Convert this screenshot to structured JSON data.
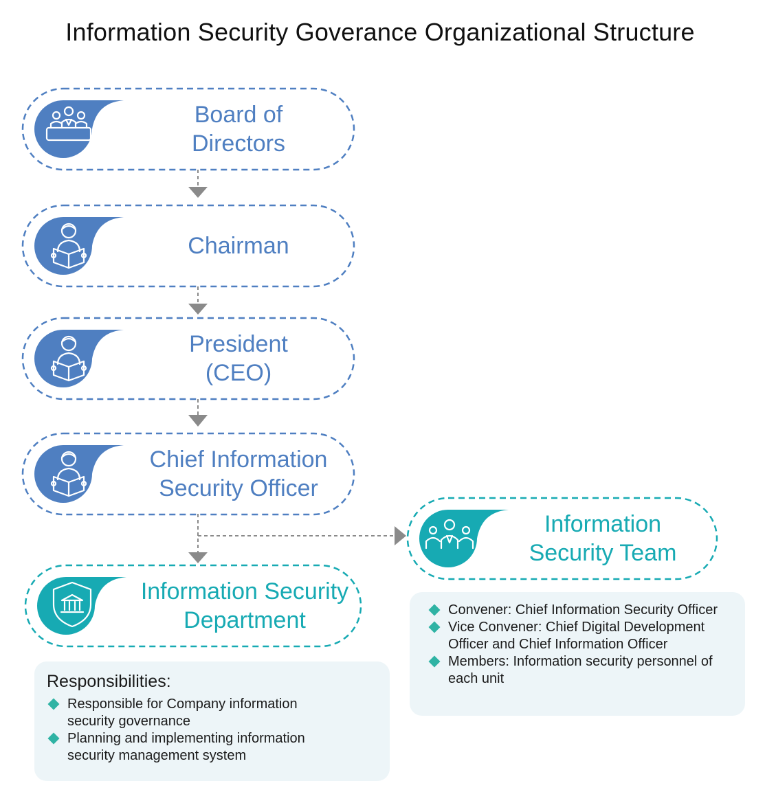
{
  "title": "Information Security Goverance Organizational Structure",
  "colors": {
    "blue": "#4f7fc1",
    "teal": "#17aab3",
    "arrow": "#8a8a8a",
    "bullet": "#2fb3a4",
    "panel": "#edf5f8"
  },
  "nodes": [
    {
      "id": "board",
      "label": "Board of\nDirectors",
      "icon": "board-meeting-icon"
    },
    {
      "id": "chairman",
      "label": "Chairman",
      "icon": "person-reading-icon"
    },
    {
      "id": "president",
      "label": "President\n(CEO)",
      "icon": "person-reading-icon"
    },
    {
      "id": "ciso",
      "label": "Chief Information\nSecurity Officer",
      "icon": "person-reading-icon"
    },
    {
      "id": "department",
      "label": "Information Security\nDepartment",
      "icon": "shield-building-icon"
    },
    {
      "id": "team",
      "label": "Information\nSecurity Team",
      "icon": "team-people-icon"
    }
  ],
  "responsibilities": {
    "heading": "Responsibilities:",
    "items": [
      "Responsible for Company information security governance",
      "Planning and implementing information security management system"
    ]
  },
  "team_info": {
    "items": [
      "Convener: Chief Information Security Officer",
      "Vice Convener: Chief Digital Development Officer and Chief Information Officer",
      "Members: Information security personnel of each unit"
    ]
  }
}
